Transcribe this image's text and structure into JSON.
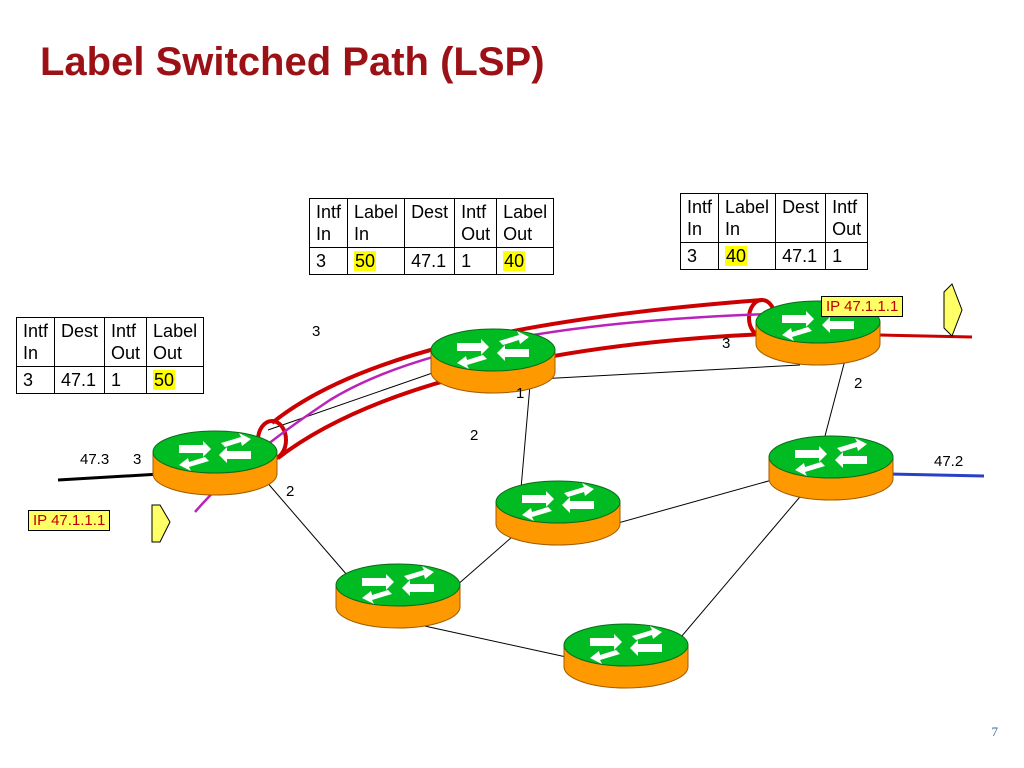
{
  "title": "Label Switched Path (LSP)",
  "page_number": "7",
  "tables": {
    "ingress": {
      "headers": [
        "Intf\nIn",
        "Dest",
        "Intf\nOut",
        "Label\nOut"
      ],
      "row": [
        "3",
        "47.1",
        "1",
        "50"
      ]
    },
    "core": {
      "headers": [
        "Intf\nIn",
        "Label\nIn",
        "Dest",
        "Intf\nOut",
        "Label\nOut"
      ],
      "row": [
        "3",
        "50",
        "47.1",
        "1",
        "40"
      ]
    },
    "egress": {
      "headers": [
        "Intf\nIn",
        "Label\nIn",
        "Dest",
        "Intf\nOut"
      ],
      "row": [
        "3",
        "40",
        "47.1",
        "1"
      ]
    }
  },
  "packets": {
    "ingress_label": "IP 47.1.1.1",
    "egress_label": "IP 47.1.1.1"
  },
  "network_labels": {
    "net_47_3": "47.3",
    "net_47_2": "47.2",
    "ingress_if_3": "3",
    "ingress_if_2": "2",
    "core_if_3": "3",
    "core_if_1": "1",
    "core_if_2": "2",
    "egress_if_3": "3",
    "egress_if_2": "2"
  },
  "colors": {
    "title": "#9b1116",
    "router_top": "#00bb22",
    "router_body": "#ff9900",
    "tunnel": "#cc0000",
    "lsp_path": "#bb22bb",
    "highlight": "#ffff00",
    "network_47_2_line": "#2a3fc8"
  },
  "icons": {
    "router": "router-icon",
    "packet_arrow": "packet-arrow-icon"
  }
}
